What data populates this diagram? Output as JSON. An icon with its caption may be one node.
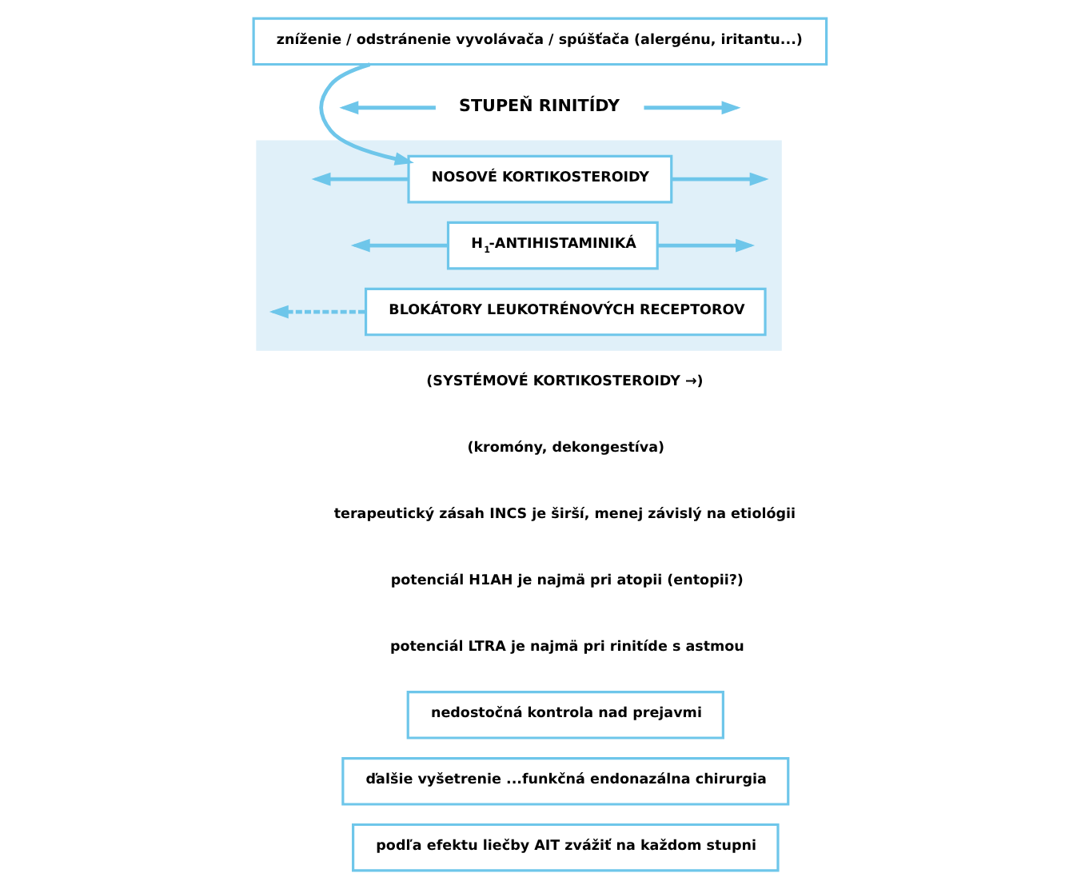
{
  "diagram": {
    "nodes": [
      {
        "text": [
          "zníženie / odstránenie vyvolávača / spúšťača (alergénu, iritantu...)"
        ]
      },
      {
        "text": [
          "STUPEŇ RINITÍDY"
        ]
      },
      {
        "text": [],
        "shape": "box"
      },
      {
        "text": [
          "NOSOVÉ KORTIKOSTEROIDY"
        ],
        "in": 2
      },
      {
        "text": [
          "H$_{1}$-ANTIHISTAMINIKÁ"
        ],
        "in": 2
      },
      {
        "text": [
          "BLOKÁTORY LEUKOTRÉNOVÝCH RECEPTOROV"
        ],
        "in": 2
      },
      {
        "text": [
          "nedostočná kontrola nad prejavmi"
        ]
      },
      {
        "text": [
          "ďalšie vyšetrenie ...funkčná endonazálna chirurgia"
        ]
      },
      {
        "text": [
          "podľa efektu liečby AIT zvážiť na každom stupni"
        ]
      }
    ],
    "edges": [
      {
        "from": 0,
        "to": 3,
        "arrow": "to"
      },
      {
        "from": 1,
        "to": null,
        "arrow": "to"
      },
      {
        "from": 1,
        "to": null,
        "arrow": "to"
      },
      {
        "from": 3,
        "to": null,
        "arrow": "to"
      },
      {
        "from": 3,
        "to": null,
        "arrow": "to"
      },
      {
        "from": 4,
        "to": null,
        "arrow": "to"
      },
      {
        "from": 4,
        "to": null,
        "arrow": "to"
      },
      {
        "from": 5,
        "to": null,
        "arrow": "to",
        "style": "dashed"
      }
    ],
    "labels": [
      "(SYSTÉMOVÉ KORTIKOSTEROIDY →)",
      "(kromóny, dekongestíva)",
      "terapeutický zásah INCS je širší, menej závislý na etiológii",
      "potenciál H1AH je najmä pri atopii (entopii?)",
      "potenciál LTRA je najmä pri rinitíde s astmou"
    ]
  }
}
